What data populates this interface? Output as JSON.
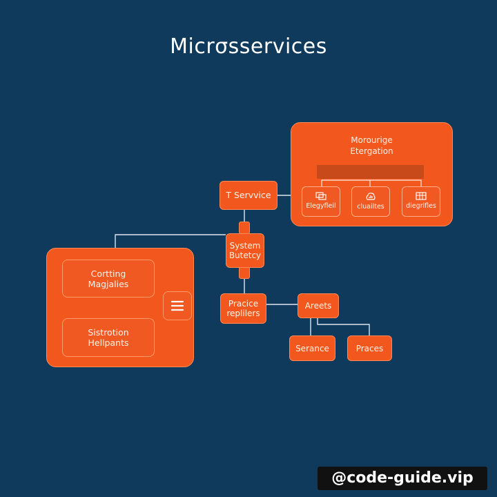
{
  "diagram": {
    "title": "Micrσsservices",
    "mgmt_group": {
      "line1": "Morourige",
      "line2": "Etergation"
    },
    "mgmt_chips": [
      "Elegyfleil",
      "cluailtes",
      "diegrifles"
    ],
    "service": "T Servvice",
    "system": {
      "line1": "System",
      "line2": "Butetcy"
    },
    "left_group": {
      "top": {
        "line1": "Cortting",
        "line2": "Magjalies"
      },
      "bottom": {
        "line1": "Sistrotion",
        "line2": "Hellpants"
      }
    },
    "practice": {
      "line1": "Pracice",
      "line2": "replilers"
    },
    "areets": "Areets",
    "serance": "Serance",
    "praces": "Praces"
  },
  "colors": {
    "background": "#0f3a5c",
    "box": "#f2581e",
    "line": "#dfe6ee"
  },
  "watermark": "@code-guide.vip"
}
